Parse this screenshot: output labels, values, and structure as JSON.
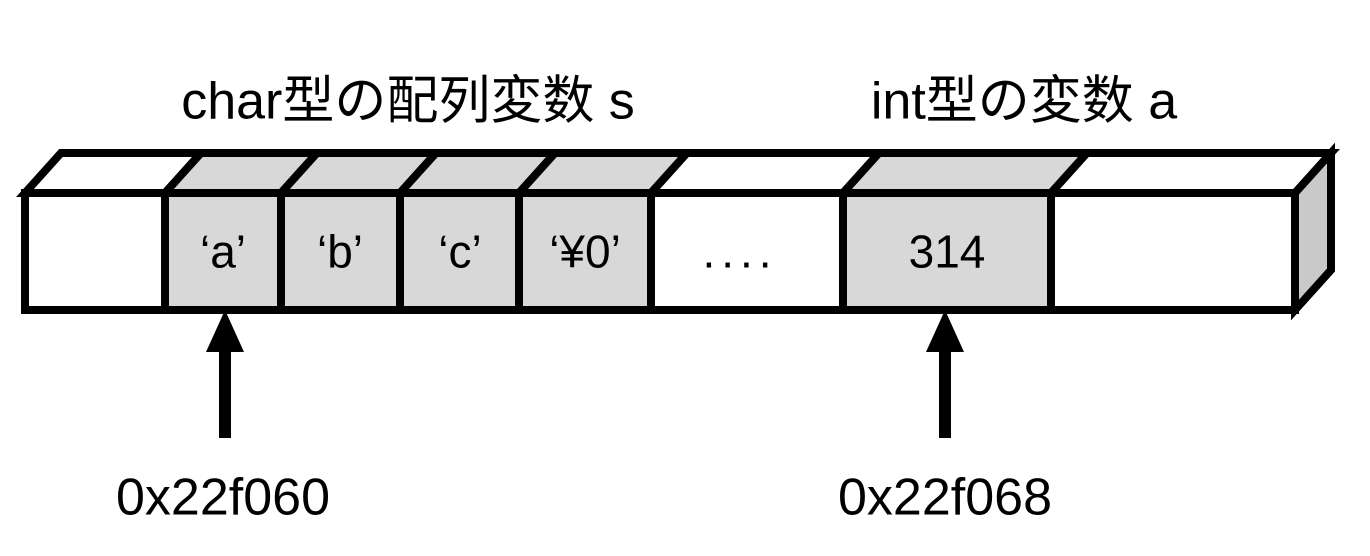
{
  "labels": {
    "char_array": "char型の配列変数 s",
    "int_var": "int型の変数 a"
  },
  "memory_cells": [
    {
      "value": "",
      "highlighted": false
    },
    {
      "value": "‘a’",
      "highlighted": true
    },
    {
      "value": "‘b’",
      "highlighted": true
    },
    {
      "value": "‘c’",
      "highlighted": true
    },
    {
      "value": "‘¥0’",
      "highlighted": true
    },
    {
      "value": "....",
      "highlighted": false
    },
    {
      "value": "314",
      "highlighted": true
    },
    {
      "value": "",
      "highlighted": false
    }
  ],
  "addresses": {
    "char_array_start": "0x22f060",
    "int_var_start": "0x22f068"
  },
  "colors": {
    "cell_highlight": "#d8d8d8",
    "cell_default": "#ffffff",
    "side_face": "#c9c9c9",
    "outline": "#000000"
  }
}
